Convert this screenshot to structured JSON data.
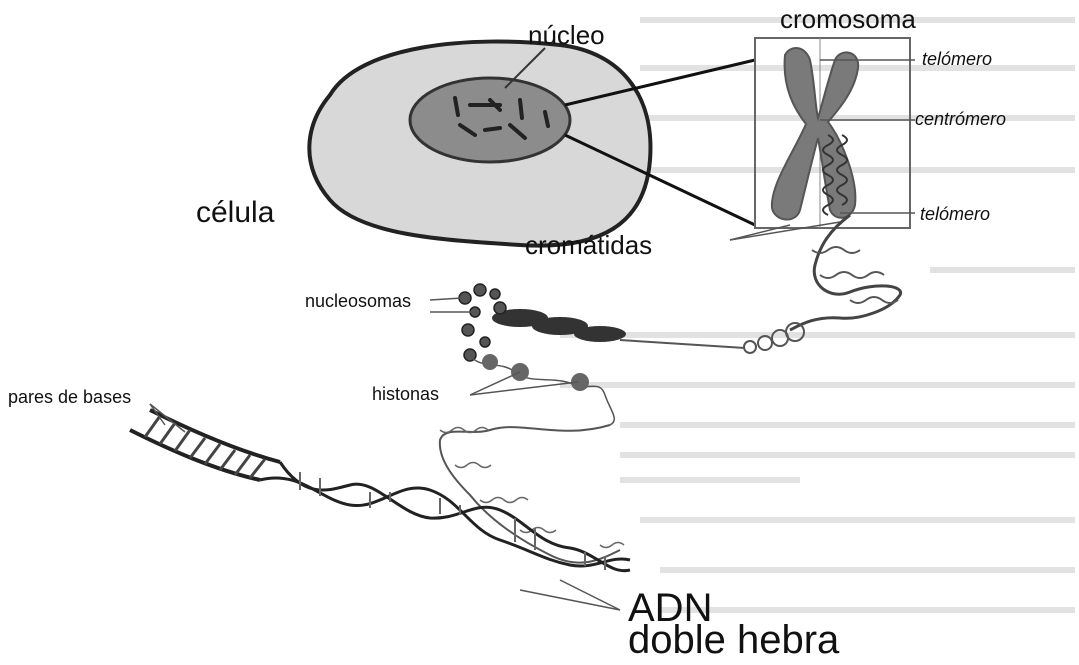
{
  "labels": {
    "nucleo": "núcleo",
    "cromosoma": "cromosoma",
    "telomero_top": "telómero",
    "centromero": "centrómero",
    "telomero_bottom": "telómero",
    "celula": "célula",
    "cromatidas": "cromátidas",
    "nucleosomas": "nucleosomas",
    "pares_de_bases": "pares de bases",
    "histonas": "histonas",
    "adn": "ADN",
    "doble_hebra": "doble hebra"
  },
  "colors": {
    "cell_fill": "#d6d6d6",
    "nucleus_fill": "#8a8a8a",
    "chromosome_fill": "#7d7d7d",
    "line": "#333333"
  }
}
